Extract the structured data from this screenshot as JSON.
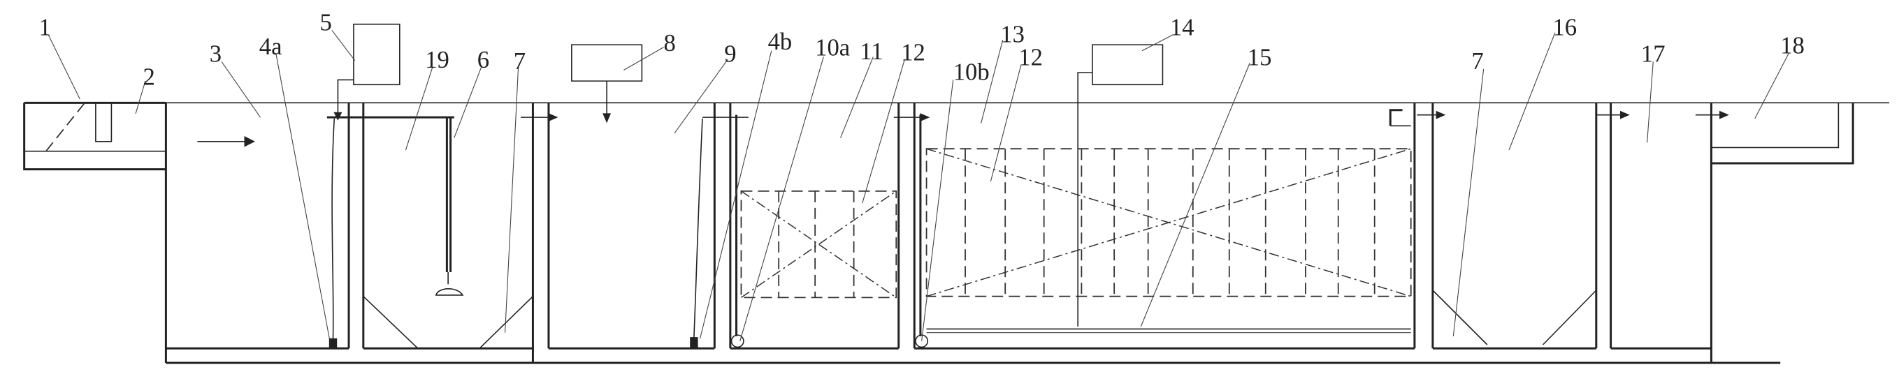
{
  "labels": {
    "l1": "1",
    "l2": "2",
    "l3": "3",
    "l4a": "4a",
    "l5": "5",
    "l19": "19",
    "l6": "6",
    "l7a": "7",
    "l8": "8",
    "l9": "9",
    "l4b": "4b",
    "l10a": "10a",
    "l11": "11",
    "l12a": "12",
    "l10b": "10b",
    "l13": "13",
    "l12b": "12",
    "l14": "14",
    "l15": "15",
    "l7b": "7",
    "l16": "16",
    "l17": "17",
    "l18": "18"
  }
}
